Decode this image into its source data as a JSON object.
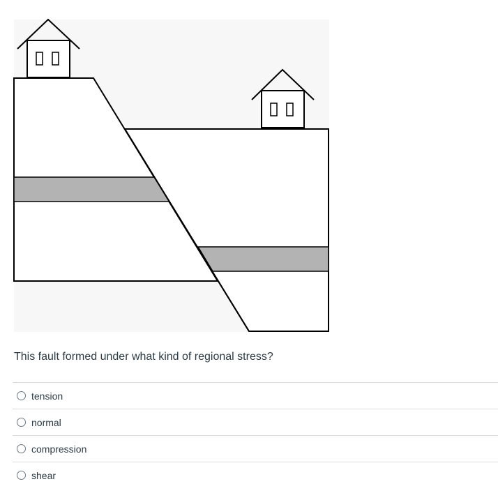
{
  "question": {
    "text": "This fault formed under what kind of regional stress?"
  },
  "figure": {
    "icon": "normal-fault-diagram",
    "colors": {
      "background": "#f7f7f7",
      "rock": "#ffffff",
      "layer": "#b3b3b3",
      "line": "#000000"
    }
  },
  "answers": [
    {
      "label": "tension",
      "selected": false
    },
    {
      "label": "normal",
      "selected": false
    },
    {
      "label": "compression",
      "selected": false
    },
    {
      "label": "shear",
      "selected": false
    }
  ]
}
